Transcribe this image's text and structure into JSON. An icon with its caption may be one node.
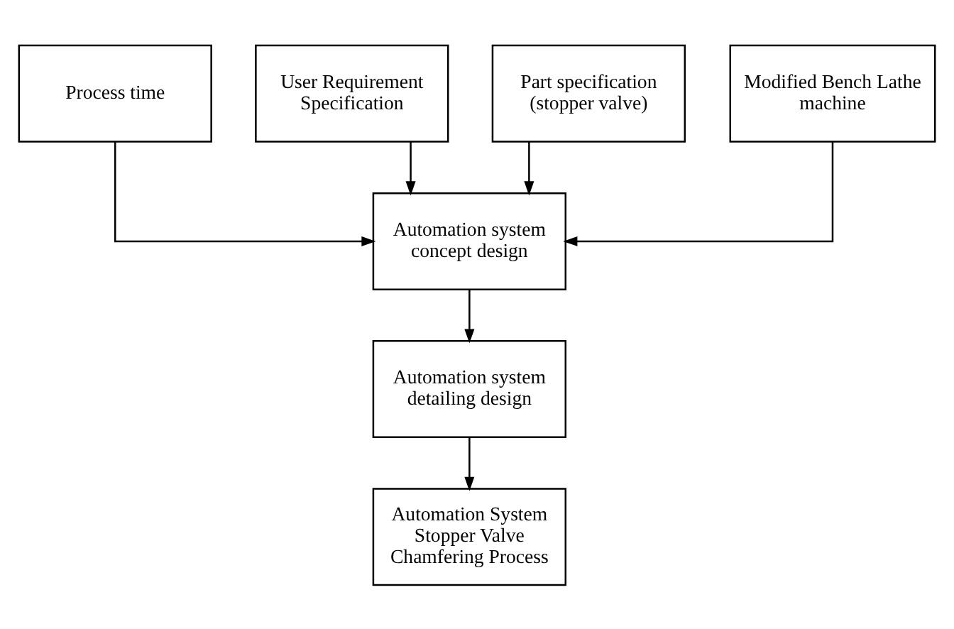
{
  "diagram": {
    "nodes": [
      {
        "text": [
          "Process time"
        ]
      },
      {
        "text": [
          "User Requirement Specification"
        ]
      },
      {
        "text": [
          "Part specification (stopper valve)"
        ]
      },
      {
        "text": [
          "Modified Bench Lathe machine"
        ]
      },
      {
        "text": [
          "Automation system concept design"
        ]
      },
      {
        "text": [
          "Automation system detailing design"
        ]
      },
      {
        "text": [
          "Automation System Stopper Valve Chamfering Process"
        ]
      }
    ],
    "edges": [
      {
        "from": 0,
        "to": 4,
        "arrow": "to"
      },
      {
        "from": 1,
        "to": 4,
        "arrow": "to"
      },
      {
        "from": 2,
        "to": 4,
        "arrow": "to"
      },
      {
        "from": 3,
        "to": 4,
        "arrow": "to"
      },
      {
        "from": 4,
        "to": 5,
        "arrow": "to"
      },
      {
        "from": 5,
        "to": 6,
        "arrow": "to"
      }
    ]
  }
}
